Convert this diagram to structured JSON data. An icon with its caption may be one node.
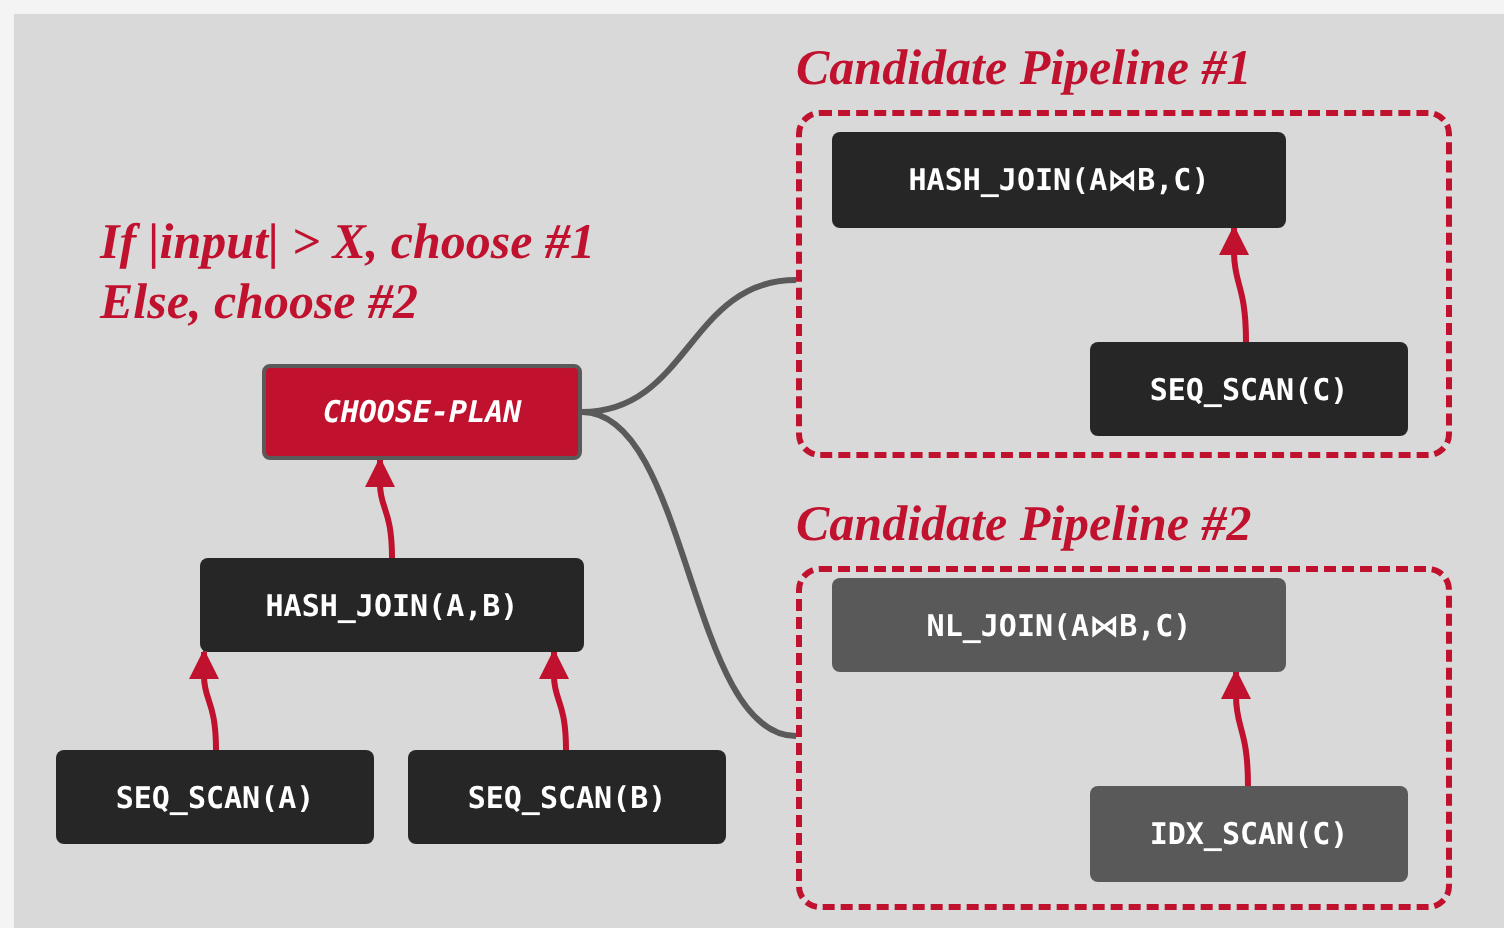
{
  "diagram": {
    "nodes": [
      {
        "text": [
          "CHOOSE-PLAN"
        ]
      },
      {
        "text": [
          "HASH_JOIN(A,B)"
        ]
      },
      {
        "text": [
          "SEQ_SCAN(A)"
        ]
      },
      {
        "text": [
          "SEQ_SCAN(B)"
        ]
      },
      {
        "text": [
          "Candidate Pipeline #1"
        ]
      },
      {
        "text": [
          "HASH_JOIN(A⋈B,C)"
        ],
        "in": 4
      },
      {
        "text": [
          "SEQ_SCAN(C)"
        ],
        "in": 4
      },
      {
        "text": [
          "Candidate Pipeline #2"
        ]
      },
      {
        "text": [
          "NL_JOIN(A⋈B,C)"
        ],
        "in": 7
      },
      {
        "text": [
          "IDX_SCAN(C)"
        ],
        "in": 7
      }
    ],
    "edges": [
      {
        "from": 2,
        "to": 1,
        "arrow": "to"
      },
      {
        "from": 3,
        "to": 1,
        "arrow": "to"
      },
      {
        "from": 1,
        "to": 0,
        "arrow": "to"
      },
      {
        "from": 6,
        "to": 5,
        "arrow": "to"
      },
      {
        "from": 9,
        "to": 8,
        "arrow": "to"
      },
      {
        "from": 0,
        "to": 4,
        "arrow": "none",
        "color": "#5a5a5a"
      },
      {
        "from": 0,
        "to": 7,
        "arrow": "none",
        "color": "#5a5a5a"
      }
    ],
    "labels": [
      "If |input| > X, choose #1",
      "Else, choose #2"
    ]
  }
}
